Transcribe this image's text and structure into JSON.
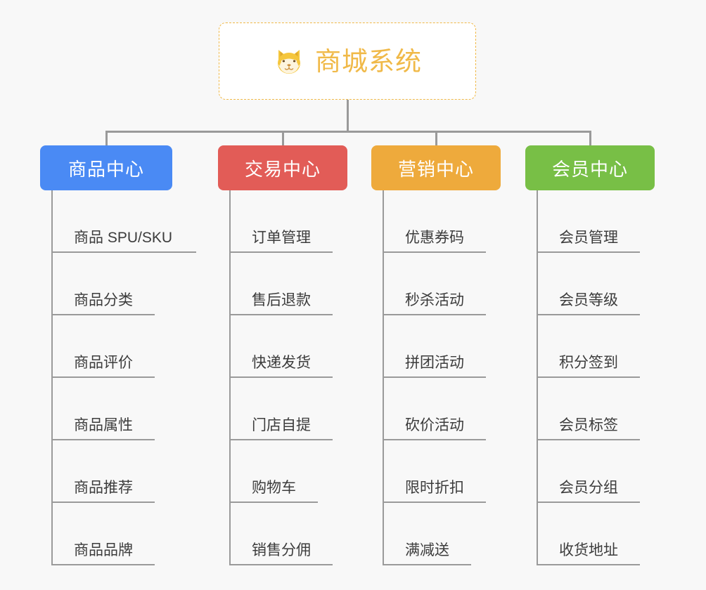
{
  "page": {
    "background_color": "#f8f8f8",
    "line_color": "#9a9a9a",
    "text_color": "#3c3c3c"
  },
  "root": {
    "title": "商城系统",
    "icon": "shiba-dog-face-emoji",
    "border_color": "#f0b948",
    "text_color": "#f0b948",
    "background_color": "#ffffff"
  },
  "branches": [
    {
      "label": "商品中心",
      "color": "#4a8af4",
      "items": [
        "商品 SPU/SKU",
        "商品分类",
        "商品评价",
        "商品属性",
        "商品推荐",
        "商品品牌"
      ]
    },
    {
      "label": "交易中心",
      "color": "#e25c57",
      "items": [
        "订单管理",
        "售后退款",
        "快递发货",
        "门店自提",
        "购物车",
        "销售分佣"
      ]
    },
    {
      "label": "营销中心",
      "color": "#eeaa3c",
      "items": [
        "优惠券码",
        "秒杀活动",
        "拼团活动",
        "砍价活动",
        "限时折扣",
        "满减送"
      ]
    },
    {
      "label": "会员中心",
      "color": "#78bf46",
      "items": [
        "会员管理",
        "会员等级",
        "积分签到",
        "会员标签",
        "会员分组",
        "收货地址"
      ]
    }
  ]
}
